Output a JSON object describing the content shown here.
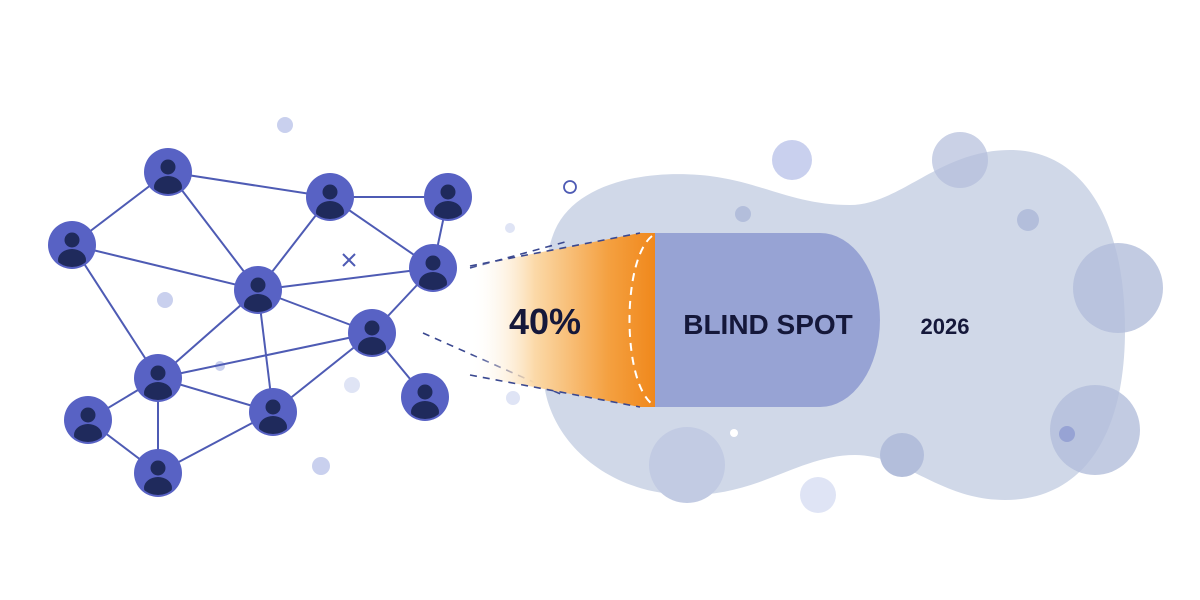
{
  "graphic": {
    "percent_label": "40%",
    "bar_label": "BLIND SPOT",
    "year_label": "2026"
  },
  "colors": {
    "node_fill": "#5862c4",
    "node_person": "#1f2a5c",
    "edge": "#4e5bb4",
    "cloud": "#d0d8e8",
    "cloud_spot": "#b3bedb",
    "bar": "#97a3d4",
    "accent_orange": "#f0881c",
    "dot_light": "#c9d0ee"
  },
  "icons": {
    "node": "person-icon",
    "cross": "close-icon"
  }
}
